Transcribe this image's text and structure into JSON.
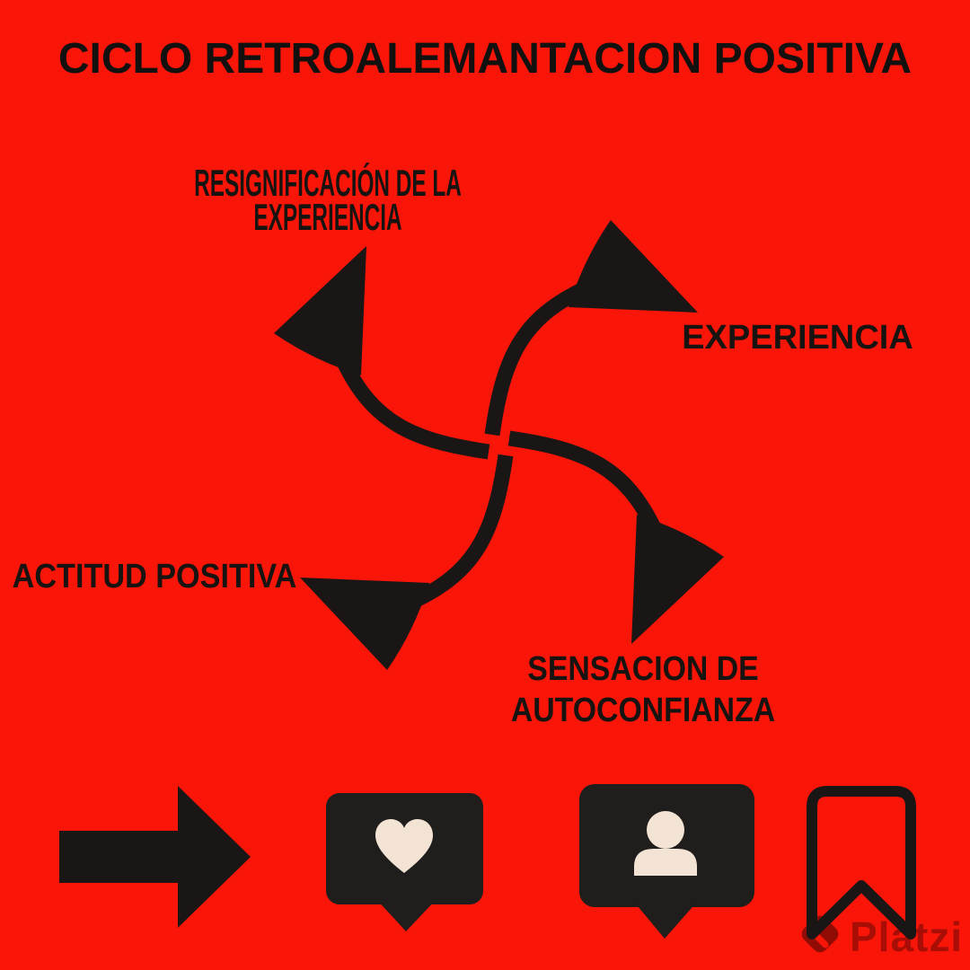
{
  "title": "CICLO RETROALEMANTACION POSITIVA",
  "diagram": {
    "type": "cycle",
    "center_icon": "pinwheel-cycle-arrows",
    "nodes": [
      {
        "position": "top-left",
        "label": "RESIGNIFICACIÓN DE LA\nEXPERIENCIA"
      },
      {
        "position": "right",
        "label": "EXPERIENCIA"
      },
      {
        "position": "bottom-right",
        "label": "SENSACION DE\nAUTOCONFIANZA"
      },
      {
        "position": "left",
        "label": "ACTITUD POSITIVA"
      }
    ]
  },
  "footer_icons": [
    {
      "name": "arrow-right-icon"
    },
    {
      "name": "like-heart-bubble-icon"
    },
    {
      "name": "follower-person-bubble-icon"
    },
    {
      "name": "bookmark-icon"
    }
  ],
  "watermark": {
    "text": "Platzi"
  },
  "colors": {
    "background": "#fa1509",
    "ink": "#1a1616",
    "bubble_dark": "#201d1d",
    "cream": "#f2e3d4",
    "watermark": "rgba(0,0,0,0.32)"
  }
}
